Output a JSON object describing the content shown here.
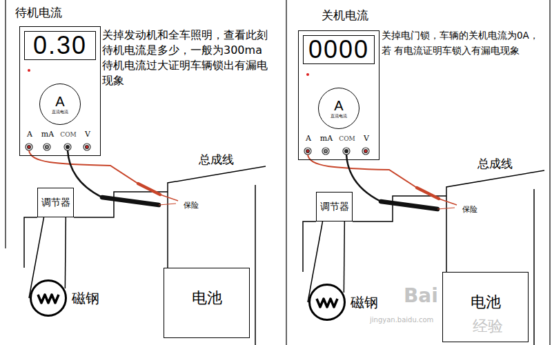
{
  "diagram": {
    "nodes": [
      {
        "text": [
          "A",
          "mA",
          "COM",
          "V"
        ]
      },
      {
        "text": [
          "0.30"
        ],
        "in": 0
      },
      {
        "text": [
          "A",
          "直流电流"
        ],
        "in": 0
      },
      {
        "text": [
          "调节器"
        ]
      },
      {
        "text": [
          "电池"
        ]
      },
      {
        "text": [
          "磁钢"
        ]
      },
      {
        "text": [
          "A",
          "mA",
          "COM",
          "V"
        ]
      },
      {
        "text": [
          "0000"
        ],
        "in": 6
      },
      {
        "text": [
          "A",
          "直流电流"
        ],
        "in": 6
      },
      {
        "text": [
          "调节器"
        ]
      },
      {
        "text": [
          "电池"
        ]
      },
      {
        "text": [
          "磁钢"
        ]
      }
    ],
    "edges": [
      {
        "from": 3,
        "to": 5,
        "arrow": "none"
      },
      {
        "from": 9,
        "to": 11,
        "arrow": "none"
      }
    ],
    "labels": [
      "待机电流",
      "关掉发动机和全车照明，查看此刻 待机电流是多少，一般为300ma 待机电流过大证明车辆锁出有漏电 现象",
      "总成线",
      "保险",
      "关机电流",
      "关掉电门锁，车辆的关机电流为0A，若 有电流证明车锁入有漏电现象",
      "总成线",
      "保险",
      "Bai",
      "经验",
      "jingyan.baidu.com"
    ]
  }
}
